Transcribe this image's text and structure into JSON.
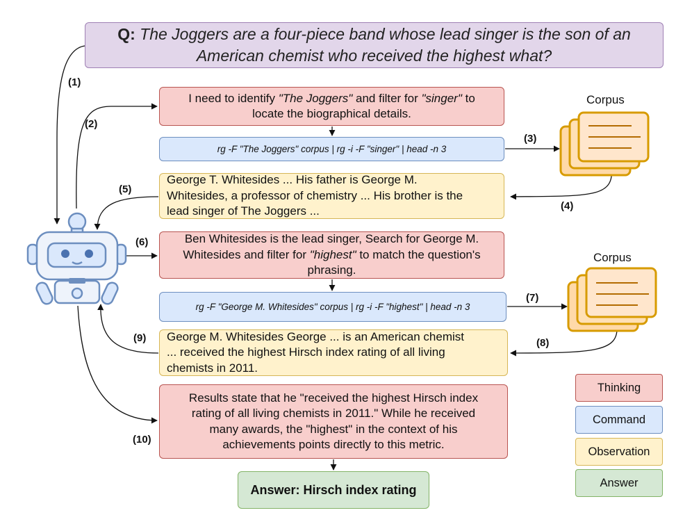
{
  "question": {
    "prefix": "Q:",
    "line1": "The Joggers are a four-piece band whose lead singer is the son of an",
    "line2": "American chemist who received the highest what?"
  },
  "steps": {
    "think1": [
      "I need to identify ",
      "\"The Joggers\"",
      " and filter for ",
      "\"singer\"",
      " to",
      "locate the biographical details."
    ],
    "cmd1": "rg -F \"The Joggers\" corpus | rg -i -F \"singer\"  | head -n 3",
    "obs1": [
      "George T. Whitesides ... His father is George M.",
      "Whitesides, a professor of chemistry ... His brother is the",
      "lead singer of The Joggers ..."
    ],
    "think2": [
      "Ben Whitesides is the lead singer, Search for George M.",
      "Whitesides and filter for ",
      "\"highest\"",
      " to match the question's",
      "phrasing."
    ],
    "cmd2": "rg -F \"George M. Whitesides\" corpus | rg -i -F \"highest\" | head -n 3",
    "obs2": [
      "George M. Whitesides George ... is an American chemist",
      "... received the highest Hirsch index rating of all living",
      "chemists in 2011."
    ],
    "think3": [
      "Results state that he \"received the highest Hirsch index",
      "rating of all living chemists in 2011.\" While he received",
      "many awards, the \"highest\" in the context of his",
      "achievements points directly to this metric."
    ],
    "answer": "Answer: Hirsch index rating"
  },
  "corpus": {
    "label1": "Corpus",
    "label2": "Corpus"
  },
  "arrow_labels": [
    "(1)",
    "(2)",
    "(3)",
    "(4)",
    "(5)",
    "(6)",
    "(7)",
    "(8)",
    "(9)",
    "(10)"
  ],
  "legend": {
    "thinking": "Thinking",
    "command": "Command",
    "observation": "Observation",
    "answer": "Answer"
  },
  "colors": {
    "thinking_fill": "#f8cecc",
    "thinking_border": "#b85450",
    "command_fill": "#dae8fc",
    "command_border": "#6c8ebf",
    "observation_fill": "#fff2cc",
    "observation_border": "#d6b656",
    "answer_fill": "#d5e8d4",
    "answer_border": "#82b366",
    "question_fill": "#e2d6ea",
    "question_border": "#9f80b4",
    "corpus_fill": "#ffe6cc",
    "corpus_border": "#d79b00"
  }
}
